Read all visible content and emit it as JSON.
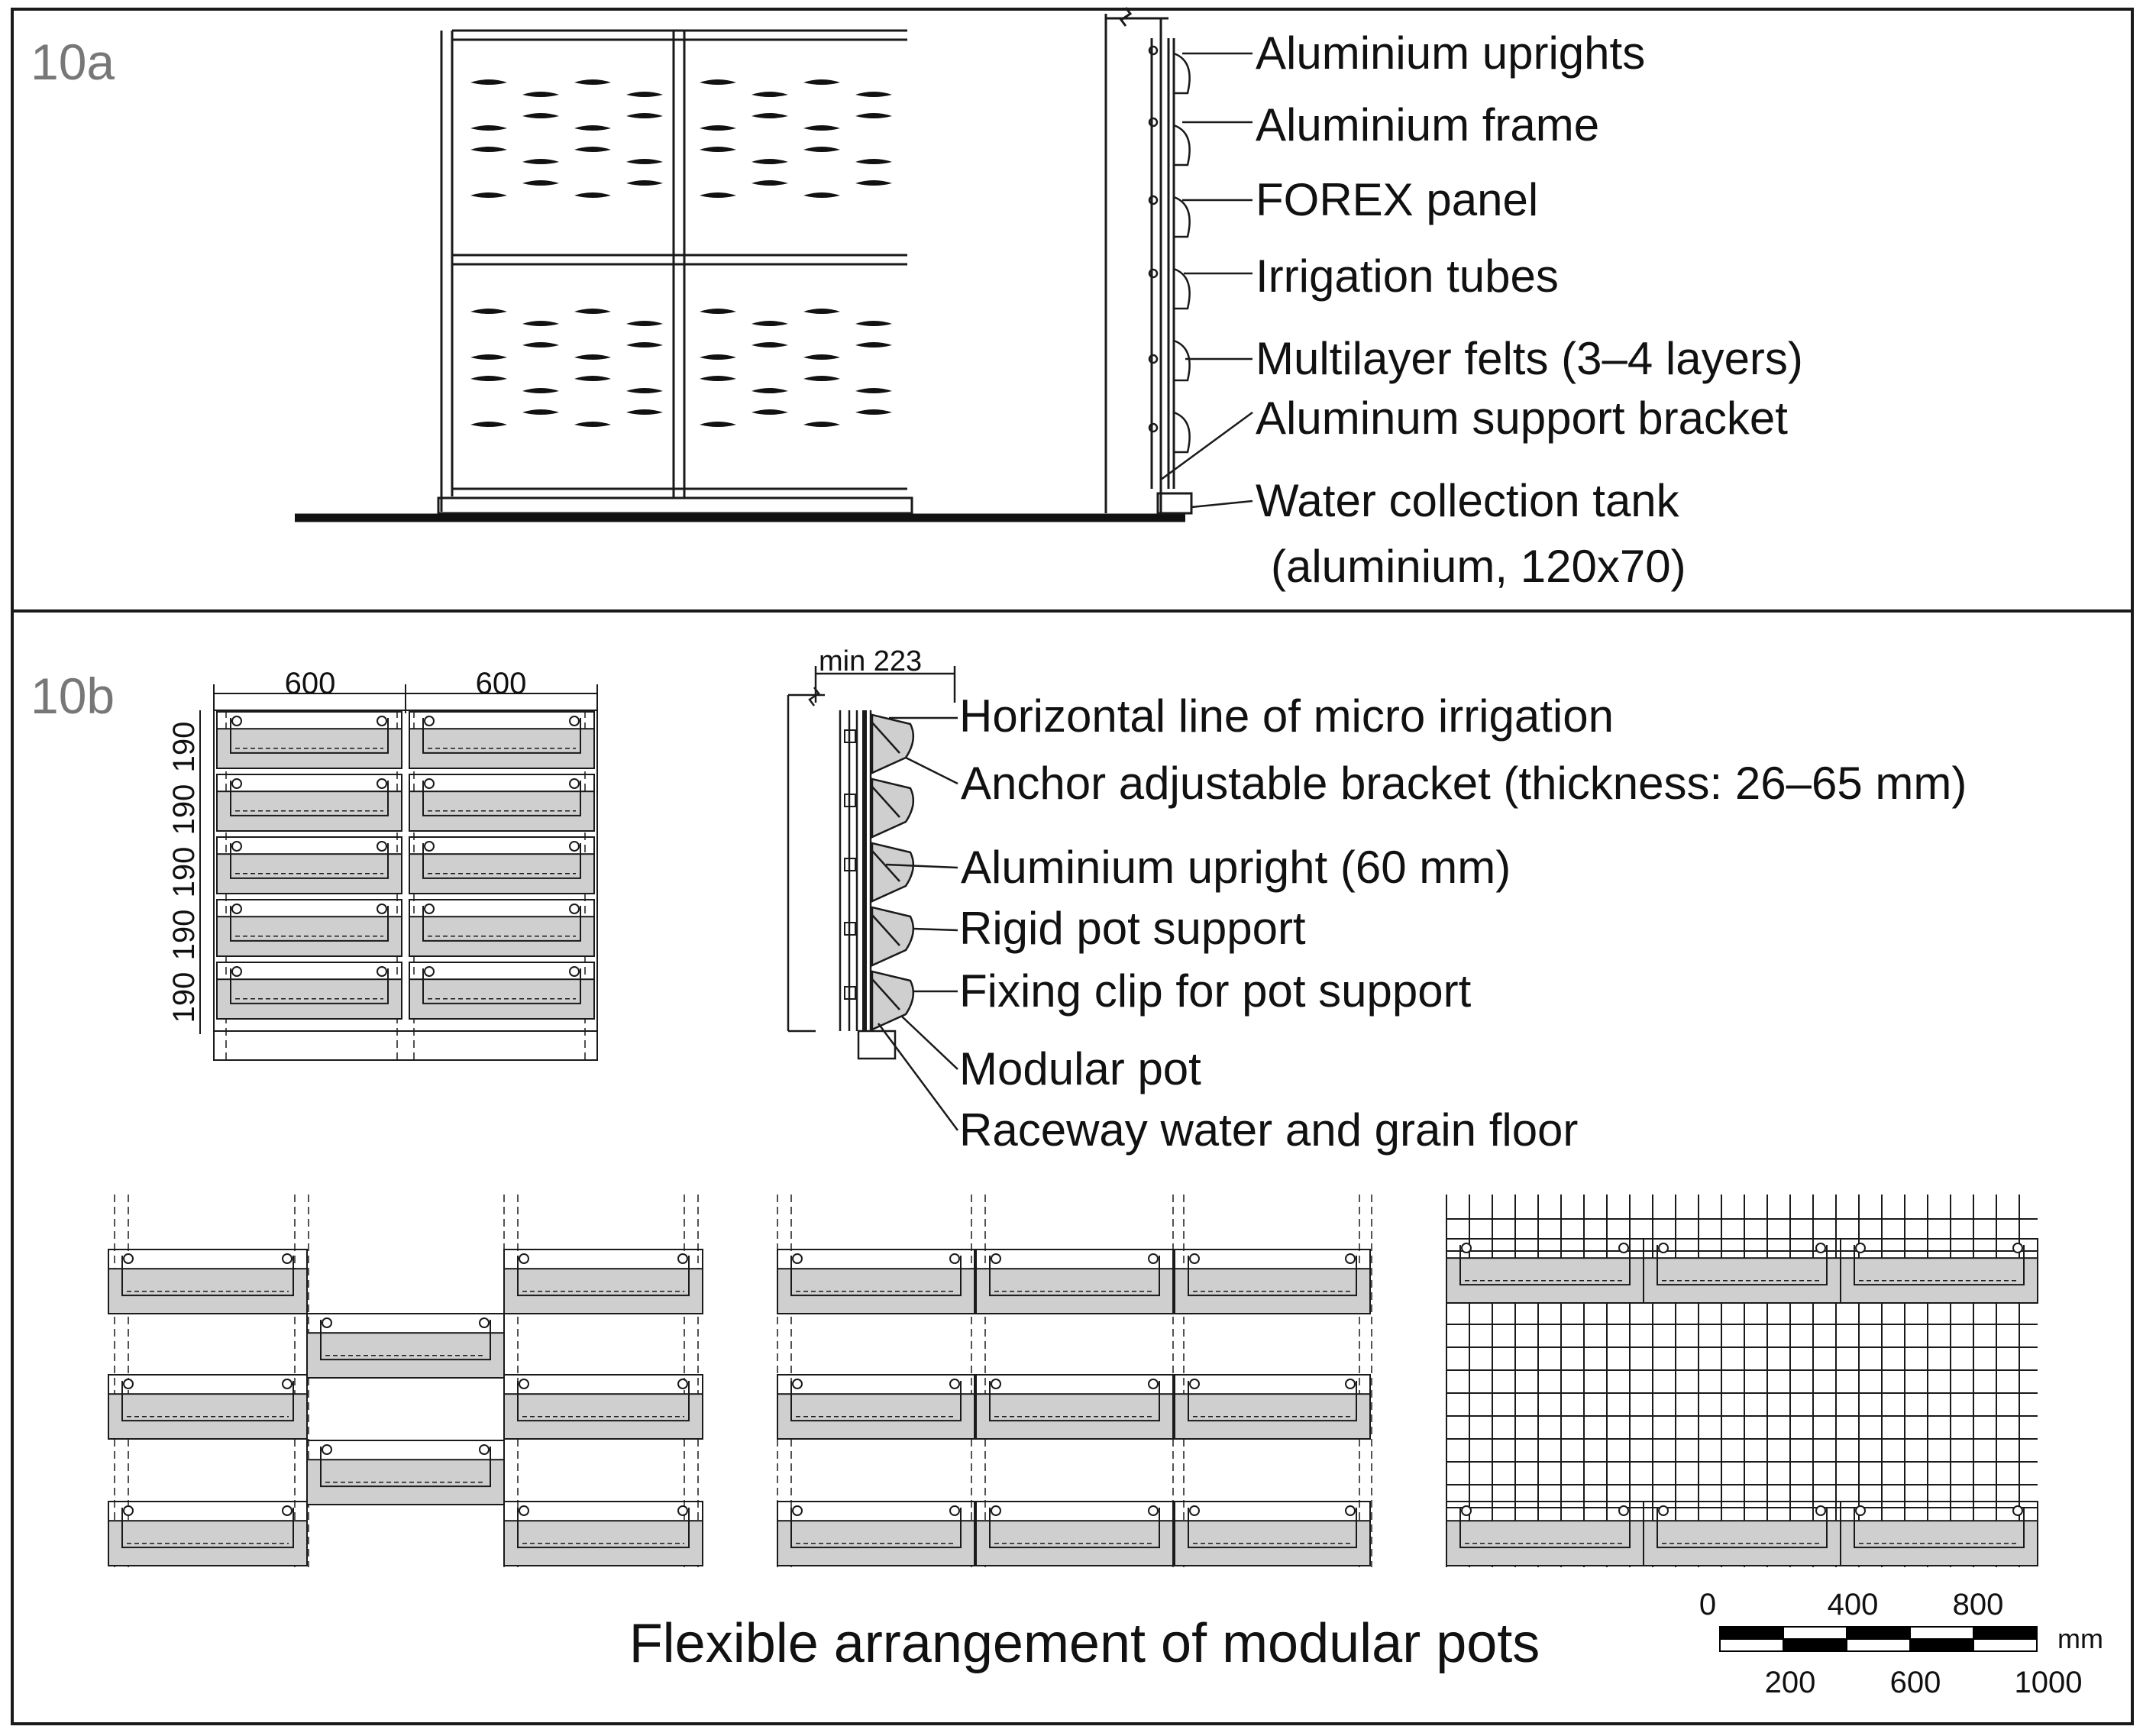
{
  "panel_a": {
    "id": "10a",
    "labels": [
      "Aluminium uprights",
      "Aluminium frame",
      "FOREX panel",
      "Irrigation tubes",
      "Multilayer felts (3–4 layers)",
      "Aluminum support bracket",
      "Water collection tank",
      "(aluminium, 120x70)"
    ]
  },
  "panel_b": {
    "id": "10b",
    "front_dims": {
      "widths": [
        "600",
        "600"
      ],
      "heights": [
        "190",
        "190",
        "190",
        "190",
        "190"
      ]
    },
    "section_dim": "min 223",
    "labels": [
      "Horizontal line of micro irrigation",
      "Anchor adjustable bracket (thickness: 26–65 mm)",
      "Aluminium upright (60 mm)",
      "Rigid pot support",
      "Fixing clip for pot support",
      "Modular pot",
      "Raceway water and grain floor"
    ],
    "caption": "Flexible arrangement of modular pots",
    "scale_bar": {
      "top_ticks": [
        "0",
        "400",
        "800"
      ],
      "bottom_ticks": [
        "200",
        "600",
        "1000"
      ],
      "unit": "mm"
    }
  },
  "colors": {
    "line": "#1a1a1a",
    "pot_fill": "#cfcfcf",
    "background": "#ffffff"
  }
}
